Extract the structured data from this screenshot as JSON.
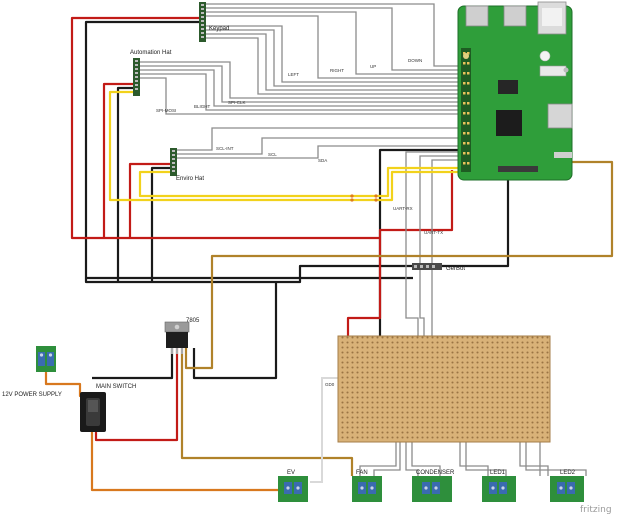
{
  "labels": {
    "keypad": "Keypad",
    "automation_hat": "Automation Hat",
    "enviro_hat": "Enviro Hat",
    "gerbot": "GerBot",
    "regulator": "7805",
    "power_supply": "12V POWER SUPPLY",
    "main_switch": "MAIN SWITCH",
    "ev": "EV",
    "fan": "FAN",
    "condenser": "CONDENSER",
    "led1": "LED1",
    "led2": "LED2",
    "brand": "fritzing"
  },
  "wire_labels": {
    "left": "LEFT",
    "right": "RIGHT",
    "up": "UP",
    "down": "DOWN",
    "spi_mosi": "SPI-MOSI",
    "blight": "BLIGHT",
    "spi_clk": "SPI-CLK",
    "scl_int": "SCL-INT",
    "scl": "SCL",
    "sda": "SDA",
    "uart_rx": "UART-RX",
    "uart_tx": "UART-TX",
    "gd0": "GD0"
  },
  "colors": {
    "wire_black": "#1a1a1a",
    "wire_red": "#c21b17",
    "wire_gray": "#8c8c8c",
    "wire_yellow": "#f2d21b",
    "wire_brown": "#b0822a",
    "wire_orange": "#d8781e",
    "wire_white": "#dcdcdc",
    "pi_board": "#2f9e3a",
    "perfboard": "#d9b278",
    "terminal_green": "#2e8f3c",
    "terminal_blue": "#3a6bb0"
  }
}
